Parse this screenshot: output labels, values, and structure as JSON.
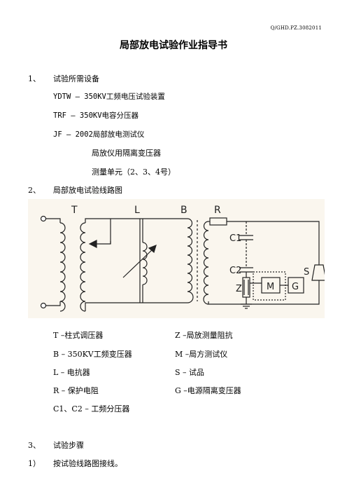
{
  "doc_no": "Q/GHD.PZ.3082011",
  "title": "局部放电试验作业指导书",
  "section1": {
    "num": "1、",
    "heading": "试验所需设备",
    "items": [
      "YDTW – 350KV工频电压试验装置",
      "TRF  – 350KV电容分压器",
      "JF   – 2002局部放电测试仪"
    ],
    "sub_items": [
      "局放仪用隔离变压器",
      "测量单元（2、3、4号）"
    ]
  },
  "section2": {
    "num": "2、",
    "heading": "局部放电试验线路图"
  },
  "diagram": {
    "labels": {
      "T": "T",
      "L": "L",
      "B": "B",
      "R": "R",
      "C1": "C1",
      "C2": "C2",
      "S": "S",
      "Z": "Z",
      "M": "M",
      "G": "G"
    }
  },
  "legend": {
    "left": [
      "T –柱式调压器",
      "B – 350KV工频变压器",
      "L – 电抗器",
      "R – 保护电阻",
      "C1、C2 – 工频分压器"
    ],
    "right": [
      "Z –局放测量阻抗",
      "M –局方测试仪",
      "S – 试品",
      "G –电源隔离变压器"
    ]
  },
  "section3": {
    "num": "3、",
    "heading": "试验步骤",
    "steps": [
      {
        "num": "1）",
        "text": "按试验线路图接线。"
      }
    ]
  }
}
